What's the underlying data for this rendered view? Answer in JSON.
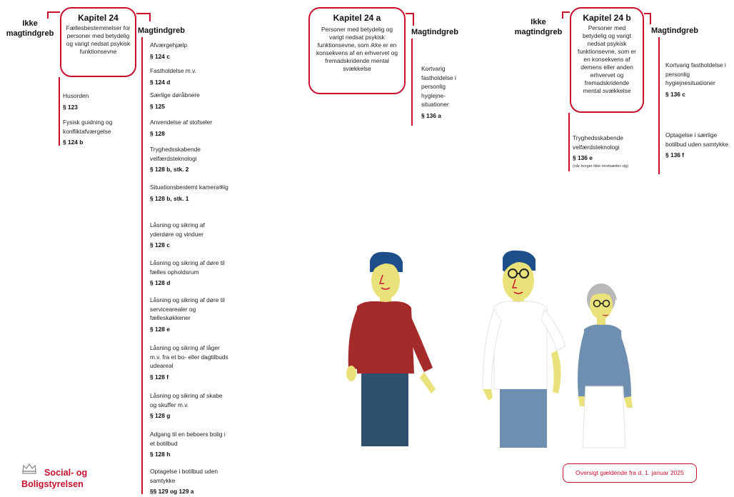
{
  "kap24": {
    "title": "Kapitel 24",
    "desc": "Fællesbestemmelser for personer med betydelig og varigt nedsat psykisk funktionsevne",
    "left_header_line1": "Ikke",
    "left_header_line2": "magtindgreb",
    "right_header": "Magtindgreb",
    "left_items": [
      {
        "label": "Husorden",
        "section": "§ 123"
      },
      {
        "label": "Fysisk guidning og konfliktafværgelse",
        "section": "§ 124 b"
      }
    ],
    "right_items": [
      {
        "label": "Afværgehjælp",
        "section": "§ 124 c"
      },
      {
        "label": "Fastholdelse m.v.",
        "section": "§ 124 d"
      },
      {
        "label": "Særlige døråbnere",
        "section": "§ 125"
      },
      {
        "label": "Anvendelse af stofseler",
        "section": "§ 128"
      },
      {
        "label": "Tryghedsskabende velfærdsteknologi",
        "section": "§ 128 b, stk. 2"
      },
      {
        "label": "Situationsbestemt kameraकig",
        "section": "§ 128 b, stk. 1"
      },
      {
        "label": "Låsning og sikring af yderdøre og vinduer",
        "section": "§ 128 c"
      },
      {
        "label": "Låsning og sikring af døre til fælles opholdsrum",
        "section": "§ 128 d"
      },
      {
        "label": "Låsning og sikring af døre til servicearealer og fælleskøkkener",
        "section": "§ 128 e"
      },
      {
        "label": "Låsning og sikring af låger m.v. fra et bo- eller dagtilbuds udeareal",
        "section": "§ 128 f"
      },
      {
        "label": "Låsning og sikring af skabe og skuffer m.v.",
        "section": "§ 128 g"
      },
      {
        "label": "Adgang til en beboers bolig i et botilbud",
        "section": "§ 128 h"
      },
      {
        "label": "Optagelse i botilbud uden samtykke",
        "section": "§§ 129 og 129 a"
      }
    ]
  },
  "kap24a": {
    "title": "Kapitel 24 a",
    "desc_before": "Personer med betydelig og varigt nedsat psykisk funktionsevne, som ",
    "desc_italic": "ikke",
    "desc_after": " er en konsekvens af en erhvervet og fremadskridende mental svækkelse",
    "right_header": "Magtindgreb",
    "right_items": [
      {
        "label": "Kortvarig fastholdelse i personlig hygiejne-situationer",
        "section": "§ 136 a"
      }
    ]
  },
  "kap24b": {
    "title": "Kapitel 24 b",
    "desc": "Personer med betydelig og varigt nedsat psykisk funktionsevne, som er en konsekvens af demens eller anden erhvervet og fremadskridende mental svækkelse",
    "left_header_line1": "Ikke",
    "left_header_line2": "magtindgreb",
    "right_header": "Magtindgreb",
    "left_items": [
      {
        "label": "Tryghedsskabende velfærdsteknologi",
        "section": "§ 136 e",
        "note": "(når borger ikke modsætter sig)"
      }
    ],
    "right_items": [
      {
        "label": "Kortvarig fastholdelse i personlig hygiejnesituationer",
        "section": "§ 136 c"
      },
      {
        "label": "Optagelse i særlige botilbud uden samtykke",
        "section": "§ 136 f"
      }
    ]
  },
  "footer": {
    "text": "Oversigt gældende fra d. 1. januar 2025"
  },
  "logo": {
    "line1": "Social- og",
    "line2": "Boligstyrelsen"
  },
  "colors": {
    "accent": "#c8102e",
    "shirt_red": "#a52a2a",
    "shirt_blue": "#6f8fb0",
    "skin": "#e9e27a",
    "hair_blue": "#1f4f8a",
    "pants_dark": "#2f4f6f"
  }
}
